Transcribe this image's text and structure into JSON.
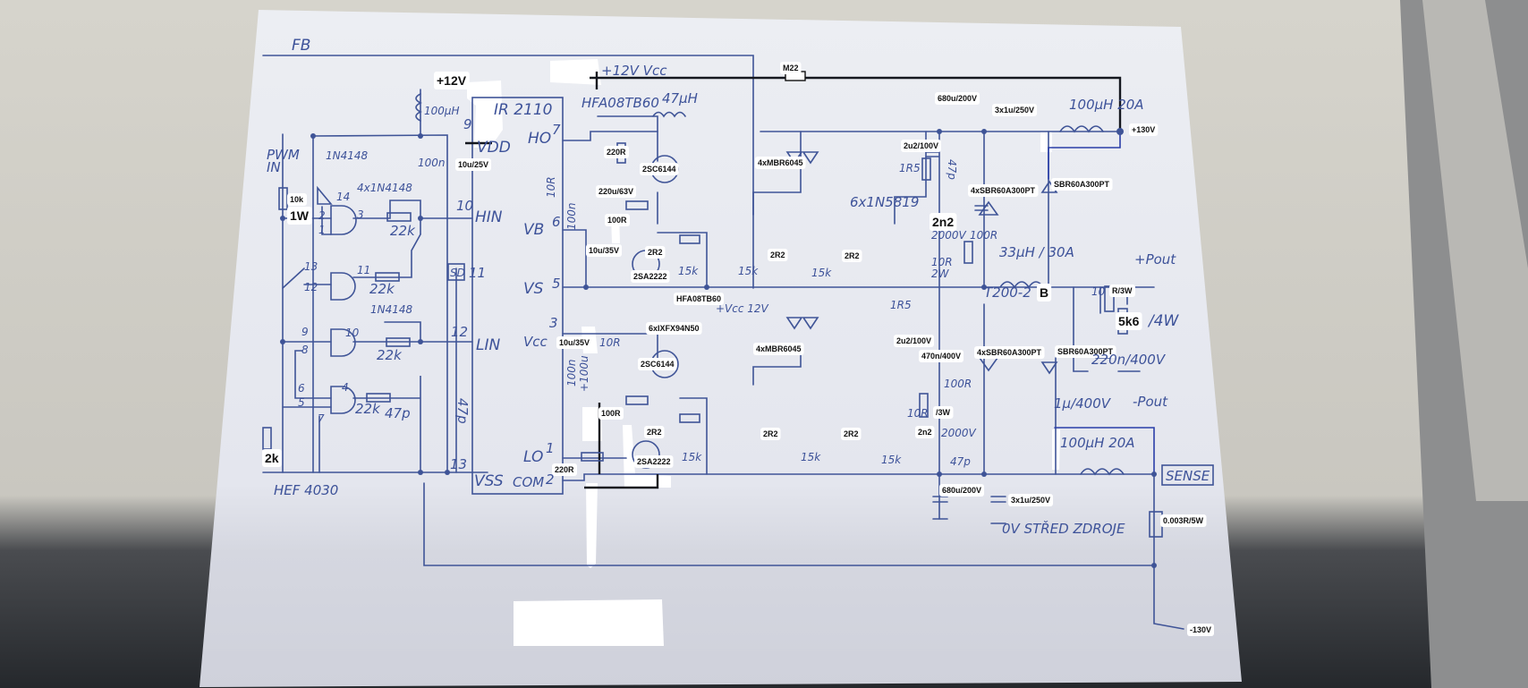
{
  "handwritten": {
    "fb": "FB",
    "ir2110": "IR 2110",
    "vcc_12v": "+12V Vcc",
    "hfa_top": "HFA08TB60",
    "l47u_top": "47µH",
    "l100u_vdd": "100µH",
    "c100n_vdd": "100n",
    "pin9": "9",
    "vdd": "VDD",
    "ho": "HO",
    "pin7": "7",
    "pwm_in_1": "PWM",
    "pwm_in_2": "IN",
    "d1n4148_a": "1N4148",
    "pin14": "14",
    "d4x1n4148": "4x1N4148",
    "pin2": "2",
    "pin1": "1",
    "pin3": "3",
    "r22k_a": "22k",
    "pin10_ir": "10",
    "hin": "HIN",
    "pin13_g": "13",
    "pin12_g": "12",
    "pin11_g": "11",
    "r22k_b": "22k",
    "sd": "SD",
    "pin11_ir": "11",
    "vb": "VB",
    "pin6_ir": "6",
    "vs": "VS",
    "pin5_ir": "5",
    "d1n4148_b": "1N4148",
    "pin9_g": "9",
    "pin8_g": "8",
    "pin10_g": "10",
    "r22k_c": "22k",
    "pin12_ir": "12",
    "lin": "LIN",
    "pin6_g": "6",
    "pin5_g": "5",
    "pin4_g": "4",
    "pin7_g": "7",
    "r22k_d": "22k",
    "c47p_a": "47p",
    "c47p_b": "47p",
    "pin13_ir": "13",
    "vss": "VSS",
    "hef4030": "HEF 4030",
    "vcc_lo": "Vcc",
    "pin3_ir": "3",
    "r10r_lo": "10R",
    "c100n_lo": "100n",
    "c100u_lo": "+100u",
    "lo": "LO",
    "pin1_ir": "1",
    "com": "COM",
    "pin2_ir": "2",
    "r10r_hi": "10R",
    "c100n_hi": "100n",
    "r15k_1": "15k",
    "r15k_2": "15k",
    "r15k_3": "15k",
    "r15k_4": "15k",
    "r15k_5": "15k",
    "r15k_6": "15k",
    "d6x1n5819": "6x1N5819",
    "r1r5_a": "1R5",
    "r1r5_b": "1R5",
    "c47p_c": "47p",
    "v2000_a": "2000V",
    "r100r_a": "100R",
    "r10r_2w_1": "10R",
    "r10r_2w_2": "2W",
    "l33u": "33µH / 30A",
    "t200": "T200-2",
    "pout_plus": "+Pout",
    "l100u_top": "100µH 20A",
    "r10r_3w_a": "10",
    "w4": "/4W",
    "c220n": "220n/400V",
    "c1u": "1µ/400V",
    "pout_minus": "-Pout",
    "r10r_b": "10R",
    "v2000_b": "2000V",
    "r100r_b": "100R",
    "c47p_d": "47p",
    "l100u_bot": "100µH 20A",
    "sense": "SENSE",
    "ov_stred": "0V STŘED ZDROJE",
    "vcc12_mid": "+Vcc 12V"
  },
  "boxed": {
    "p12v": "+12V",
    "r10k": "10k",
    "w1": "1W",
    "c10u25": "10u/25V",
    "r220r_hi": "220R",
    "q2sc_hi": "2SC6144",
    "c220u": "220u/63V",
    "r100r_hi": "100R",
    "c10u35_hi": "10u/35V",
    "r2r2_1": "2R2",
    "q2sa_hi": "2SA2222",
    "hfa_mid": "HFA08TB60",
    "ixfx": "6xIXFX94N50",
    "c10u35_lo": "10u/35V",
    "q2sc_lo": "2SC6144",
    "r100r_lo": "100R",
    "r2r2_2": "2R2",
    "q2sa_lo": "2SA2222",
    "r220r_lo": "220R",
    "m22": "M22",
    "c680u_top": "680u/200V",
    "c3x1u_top": "3x1u/250V",
    "p130v": "+130V",
    "mbr_top": "4xMBR6045",
    "c2u2_top": "2u2/100V",
    "sbr4_top": "4xSBR60A300PT",
    "sbr_top": "SBR60A300PT",
    "c2n2_top": "2n2",
    "r2r2_3": "2R2",
    "r2r2_4": "2R2",
    "r3w_top": "R/3W",
    "t200_b": "B",
    "r5k6": "5k6",
    "mbr_bot": "4xMBR6045",
    "c2u2_bot": "2u2/100V",
    "c470n": "470n/400V",
    "sbr4_bot": "4xSBR60A300PT",
    "sbr_bot": "SBR60A300PT",
    "r2r2_5": "2R2",
    "r2r2_6": "2R2",
    "w3_bot": "/3W",
    "c2n2_bot": "2n2",
    "c680u_bot": "680u/200V",
    "c3x1u_bot": "3x1u/250V",
    "rshunt": "0.003R/5W",
    "m130v": "-130V",
    "r2k": "2k"
  },
  "colors": {
    "ink": "#3f5497",
    "paper": "#e9eaf0",
    "background": "#cfcdc6"
  }
}
